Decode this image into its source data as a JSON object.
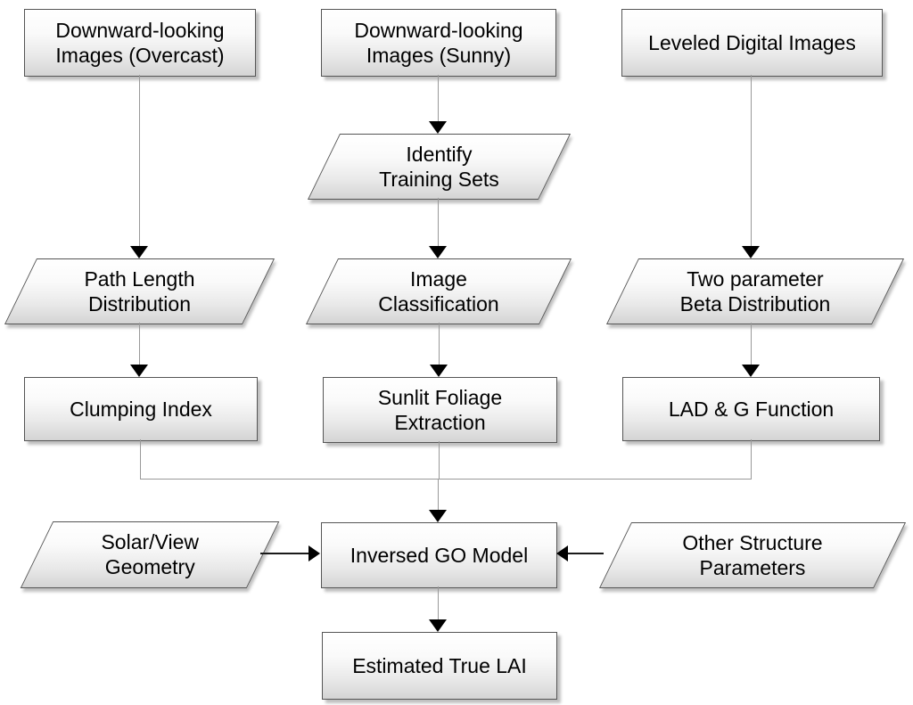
{
  "diagram": {
    "type": "flowchart",
    "nodes": {
      "overcast_images": {
        "label": "Downward-looking\nImages (Overcast)",
        "shape": "rectangle"
      },
      "sunny_images": {
        "label": "Downward-looking\nImages (Sunny)",
        "shape": "rectangle"
      },
      "leveled_images": {
        "label": "Leveled Digital Images",
        "shape": "rectangle"
      },
      "identify_training_sets": {
        "label": "Identify\nTraining Sets",
        "shape": "parallelogram"
      },
      "path_length_distribution": {
        "label": "Path Length\nDistribution",
        "shape": "parallelogram"
      },
      "image_classification": {
        "label": "Image\nClassification",
        "shape": "parallelogram"
      },
      "two_parameter_beta": {
        "label": "Two parameter\nBeta Distribution",
        "shape": "parallelogram"
      },
      "clumping_index": {
        "label": "Clumping Index",
        "shape": "rectangle"
      },
      "sunlit_foliage_extraction": {
        "label": "Sunlit Foliage\nExtraction",
        "shape": "rectangle"
      },
      "lad_g_function": {
        "label": "LAD & G Function",
        "shape": "rectangle"
      },
      "solar_view_geometry": {
        "label": "Solar/View\nGeometry",
        "shape": "parallelogram"
      },
      "inversed_go_model": {
        "label": "Inversed GO Model",
        "shape": "rectangle"
      },
      "other_structure_parameters": {
        "label": "Other Structure\nParameters",
        "shape": "parallelogram"
      },
      "estimated_true_lai": {
        "label": "Estimated True LAI",
        "shape": "rectangle"
      }
    },
    "edges": [
      {
        "from": "overcast_images",
        "to": "path_length_distribution"
      },
      {
        "from": "sunny_images",
        "to": "identify_training_sets"
      },
      {
        "from": "identify_training_sets",
        "to": "image_classification"
      },
      {
        "from": "leveled_images",
        "to": "two_parameter_beta"
      },
      {
        "from": "path_length_distribution",
        "to": "clumping_index"
      },
      {
        "from": "image_classification",
        "to": "sunlit_foliage_extraction"
      },
      {
        "from": "two_parameter_beta",
        "to": "lad_g_function"
      },
      {
        "from": "clumping_index",
        "to": "inversed_go_model"
      },
      {
        "from": "sunlit_foliage_extraction",
        "to": "inversed_go_model"
      },
      {
        "from": "lad_g_function",
        "to": "inversed_go_model"
      },
      {
        "from": "solar_view_geometry",
        "to": "inversed_go_model"
      },
      {
        "from": "other_structure_parameters",
        "to": "inversed_go_model"
      },
      {
        "from": "inversed_go_model",
        "to": "estimated_true_lai"
      }
    ],
    "colors": {
      "background": "#ffffff",
      "node_fill_top": "#ffffff",
      "node_fill_bottom": "#d4d4d4",
      "node_border": "#555555",
      "connector_line": "#999999",
      "side_arrow_line": "#1a1a1a",
      "arrowhead": "#000000",
      "text": "#000000"
    }
  }
}
